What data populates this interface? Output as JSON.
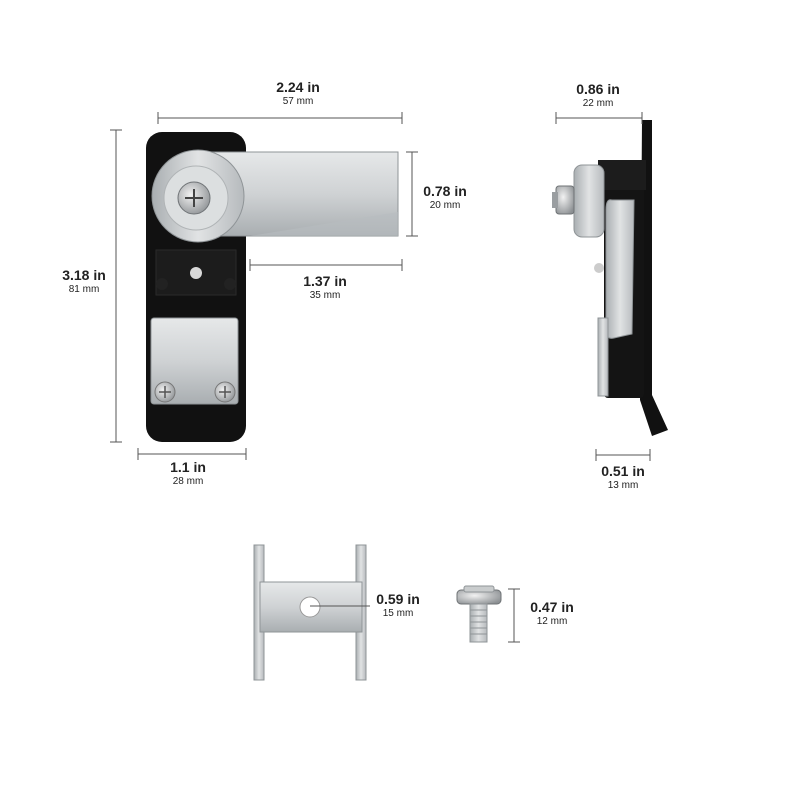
{
  "dimensions": {
    "width": {
      "imperial": "2.24 in",
      "metric": "57 mm"
    },
    "height": {
      "imperial": "3.18 in",
      "metric": "81 mm"
    },
    "handle_height": {
      "imperial": "0.78 in",
      "metric": "20 mm"
    },
    "handle_reach": {
      "imperial": "1.37 in",
      "metric": "35 mm"
    },
    "body_width": {
      "imperial": "1.1 in",
      "metric": "28 mm"
    },
    "side_depth": {
      "imperial": "0.86 in",
      "metric": "22 mm"
    },
    "side_body": {
      "imperial": "0.51 in",
      "metric": "13 mm"
    },
    "bracket": {
      "imperial": "0.59 in",
      "metric": "15 mm"
    },
    "screw": {
      "imperial": "0.47 in",
      "metric": "12 mm"
    }
  },
  "colors": {
    "body": "#111111",
    "metal": "#cfd2d4",
    "metal_dark": "#9ea3a6",
    "dimension_line": "#555555"
  }
}
